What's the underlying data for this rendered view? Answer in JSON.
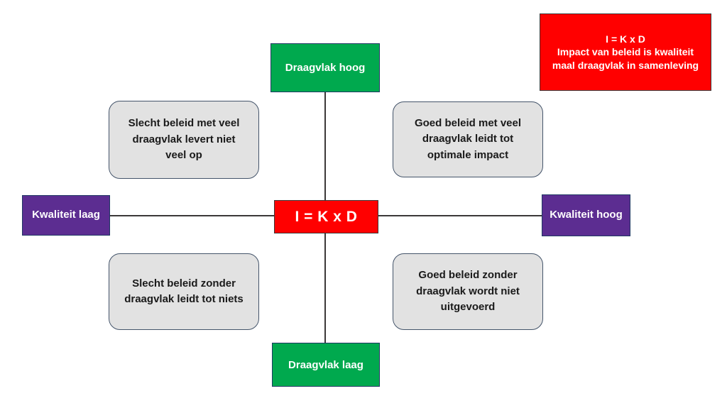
{
  "colors": {
    "green": "#00A94E",
    "purple": "#5C2D91",
    "red": "#FF0000",
    "gray_fill": "#E2E2E2",
    "gray_border": "#44546A",
    "navy_border": "#1F3864",
    "dark_border": "#3B3838",
    "line": "#3B3838",
    "text_dark": "#1A1A1A",
    "text_light": "#FFFFFF"
  },
  "center_formula": "I = K x D",
  "legend": {
    "title": "I = K x D",
    "description": "Impact van beleid is kwaliteit maal draagvlak in samenleving"
  },
  "axes": {
    "top": "Draagvlak hoog",
    "bottom": "Draagvlak laag",
    "left": "Kwaliteit laag",
    "right": "Kwaliteit hoog"
  },
  "quadrants": {
    "top_left": "Slecht beleid met veel draagvlak levert niet veel op",
    "top_right": "Goed beleid met veel draagvlak leidt tot optimale impact",
    "bottom_left": "Slecht beleid zonder draagvlak leidt tot niets",
    "bottom_right": "Goed beleid zonder draagvlak wordt niet uitgevoerd"
  }
}
